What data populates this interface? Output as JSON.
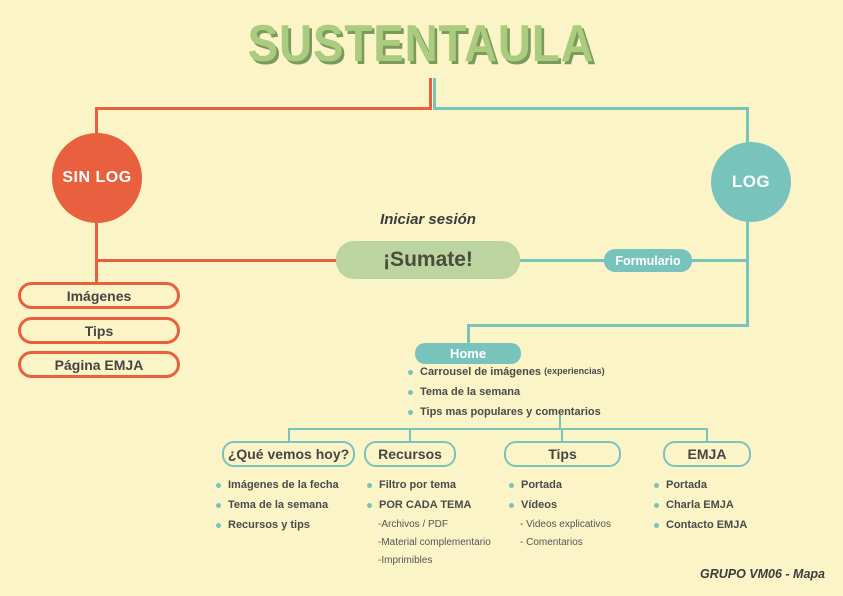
{
  "title": "SUSTENTAULA",
  "footer": "GRUPO VM06 - Mapa",
  "colors": {
    "background": "#FBF4C7",
    "orange": "#E8603D",
    "teal": "#79C3BD",
    "title_green": "#ABCB7E",
    "sumate_green": "#BCD4A0",
    "text_dark": "#454545"
  },
  "nodes": {
    "sin_log": "SIN LOG",
    "log": "LOG",
    "iniciar_sesion": "Iniciar sesión",
    "sumate": "¡Sumate!",
    "formulario": "Formulario",
    "home": "Home"
  },
  "sin_log_items": [
    "Imágenes",
    "Tips",
    "Página EMJA"
  ],
  "home": {
    "bullets": [
      {
        "text": "Carrousel de imágenes",
        "suffix": "(experiencias)"
      },
      {
        "text": "Tema de la semana",
        "suffix": ""
      },
      {
        "text": "Tips mas populares y comentarios",
        "suffix": ""
      }
    ]
  },
  "sections": [
    {
      "label": "¿Qué vemos hoy?",
      "bullets": [
        "Imágenes de la fecha",
        "Tema de la semana",
        "Recursos y tips"
      ],
      "subitems": []
    },
    {
      "label": "Recursos",
      "bullets": [
        "Filtro por tema",
        "POR CADA TEMA"
      ],
      "subitems": [
        "-Archivos / PDF",
        "-Material complementario",
        "-Imprimibles"
      ]
    },
    {
      "label": "Tips",
      "bullets": [
        "Portada",
        "Vídeos"
      ],
      "subitems": [
        "- Videos explicativos",
        "- Comentarios"
      ]
    },
    {
      "label": "EMJA",
      "bullets": [
        "Portada",
        "Charla EMJA",
        "Contacto EMJA"
      ],
      "subitems": []
    }
  ]
}
